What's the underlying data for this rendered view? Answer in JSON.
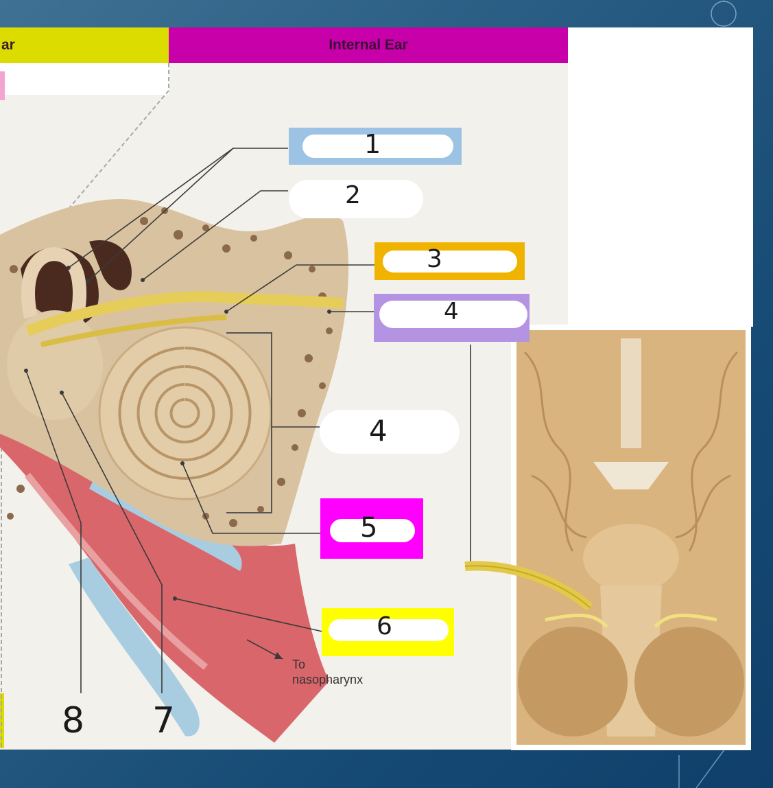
{
  "headers": {
    "middle_ear_fragment": "ar",
    "internal_ear": "Internal Ear"
  },
  "labels": [
    {
      "id": "1",
      "handwritten": "1",
      "box_color": "#9cc2e4"
    },
    {
      "id": "2",
      "handwritten": "2",
      "box_color": "#ffffff"
    },
    {
      "id": "3",
      "handwritten": "3",
      "box_color": "#f0b400"
    },
    {
      "id": "4a",
      "handwritten": "4",
      "box_color": "#b593e3"
    },
    {
      "id": "4b",
      "handwritten": "4",
      "box_color": "#ffffff"
    },
    {
      "id": "5",
      "handwritten": "5",
      "box_color": "#ff00ff"
    },
    {
      "id": "6",
      "handwritten": "6",
      "box_color": "#ffff00"
    },
    {
      "id": "7",
      "handwritten": "7",
      "box_color": "none"
    },
    {
      "id": "8",
      "handwritten": "8",
      "box_color": "none"
    }
  ],
  "caption": {
    "line1": "To",
    "line2": "nasopharynx"
  },
  "colors": {
    "background": "#1f5580",
    "middle_header": "#dcdc00",
    "internal_header": "#c800aa"
  }
}
